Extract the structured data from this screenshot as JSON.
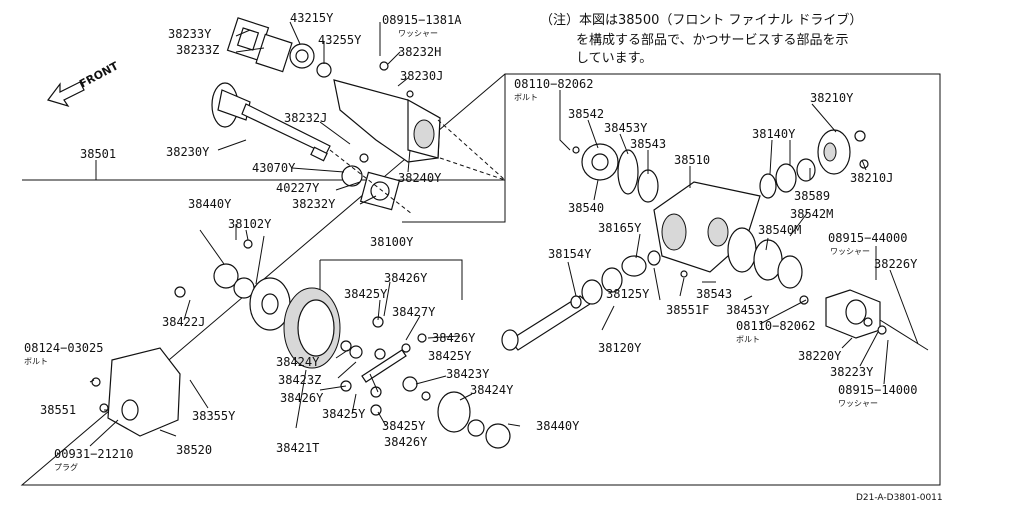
{
  "note": {
    "line1": "（注）本図は38500（フロント ファイナル ドライブ）",
    "line2": "を構成する部品で、かつサービスする部品を示",
    "line3": "しています。"
  },
  "front_label": "FRONT",
  "diagram_code": "D21-A-D3801-0011",
  "labels": {
    "p38233Y": "38233Y",
    "p38233Z": "38233Z",
    "p43215Y": "43215Y",
    "p43255Y": "43255Y",
    "p08915_1381A": "08915−1381A",
    "p38232H": "38232H",
    "p38230J": "38230J",
    "p38232J": "38232J",
    "p38230Y": "38230Y",
    "p43070Y": "43070Y",
    "p40227Y": "40227Y",
    "p38232Y": "38232Y",
    "p38240Y": "38240Y",
    "p38501": "38501",
    "p08110_82062a": "08110−82062",
    "p38542": "38542",
    "p38453Ya": "38453Y",
    "p38543a": "38543",
    "p38510": "38510",
    "p38540": "38540",
    "p38210Y": "38210Y",
    "p38140Y": "38140Y",
    "p38589": "38589",
    "p38210J": "38210J",
    "p38542M": "38542M",
    "p38440Ya": "38440Y",
    "p38102Y": "38102Y",
    "p38100Y": "38100Y",
    "p38165Y": "38165Y",
    "p38154Y": "38154Y",
    "p38540M": "38540M",
    "p08915_44000": "08915−44000",
    "p38226Y": "38226Y",
    "p38426Ya": "38426Y",
    "p38425Ya": "38425Y",
    "p38427Y": "38427Y",
    "p38422J": "38422J",
    "p38125Y": "38125Y",
    "p38543b": "38543",
    "p38551F": "38551F",
    "p38453Yb": "38453Y",
    "p08110_82062b": "08110−82062",
    "p38120Y": "38120Y",
    "p38220Y": "38220Y",
    "p08124_03025": "08124−03025",
    "p38424Ya": "38424Y",
    "p38426Yb": "38426Y",
    "p38425Yb": "38425Y",
    "p38423Z": "38423Z",
    "p38426Yc": "38426Y",
    "p38423Y": "38423Y",
    "p38424Yb": "38424Y",
    "p38223Y": "38223Y",
    "p08915_14000": "08915−14000",
    "p38551": "38551",
    "p38355Y": "38355Y",
    "p38425Yc": "38425Y",
    "p38440Yb": "38440Y",
    "p38425Yd": "38425Y",
    "p38426Yd": "38426Y",
    "p38520": "38520",
    "p38421T": "38421T",
    "p00931_21210": "00931−21210"
  },
  "sub_labels": {
    "washer1": "ワッシャー",
    "bolt1": "ボルト",
    "washer2": "ワッシャー",
    "bolt2": "ボルト",
    "bolt3": "ボルト",
    "plug": "プラグ",
    "washer3": "ワッシャー"
  }
}
